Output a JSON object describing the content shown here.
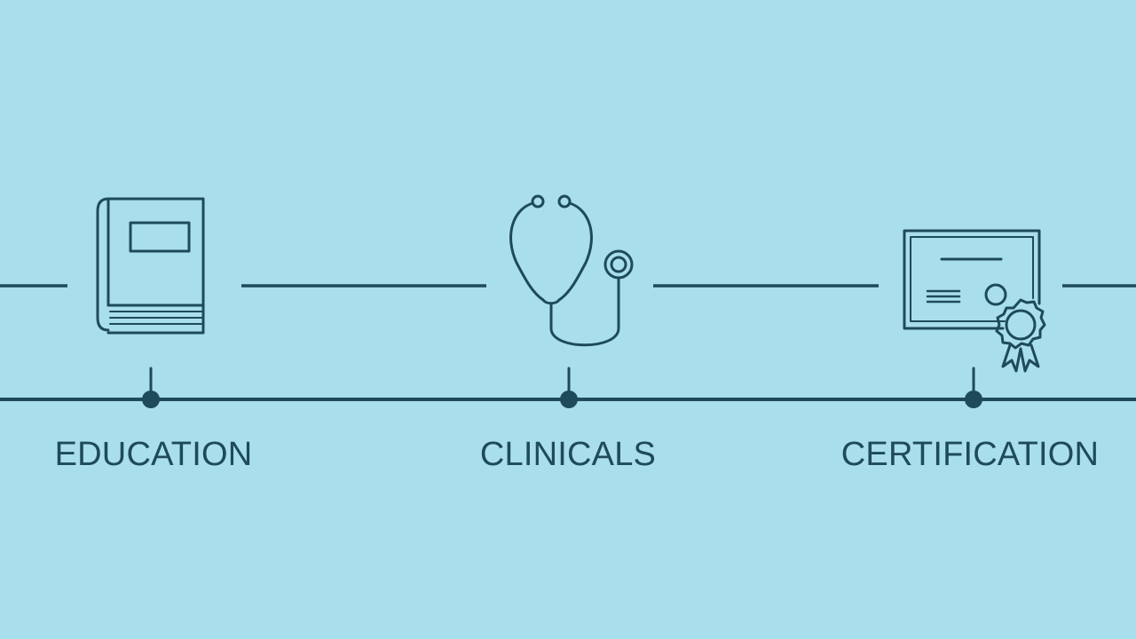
{
  "colors": {
    "background": "#a9deec",
    "ink": "#1e4a5c"
  },
  "timeline": {
    "steps": [
      {
        "label": "EDUCATION",
        "icon": "book-icon"
      },
      {
        "label": "CLINICALS",
        "icon": "stethoscope-icon"
      },
      {
        "label": "CERTIFICATION",
        "icon": "certificate-icon"
      }
    ]
  }
}
